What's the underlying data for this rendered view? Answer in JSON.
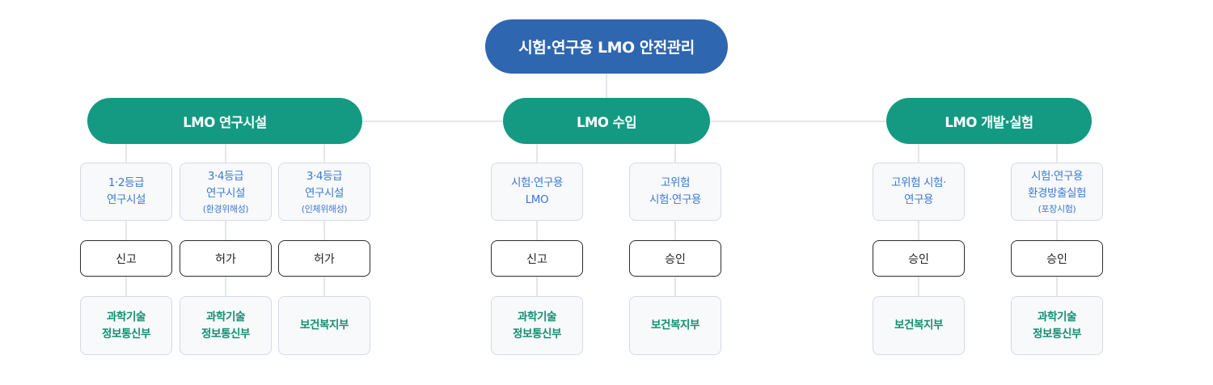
{
  "root": {
    "label": "시험·연구용 LMO 안전관리"
  },
  "colors": {
    "root": "#2f66b0",
    "branch": "#149a82",
    "type_text": "#3a7ad0",
    "agency_text": "#128f73",
    "connector": "#c8cdd3"
  },
  "branches": [
    {
      "label": "LMO 연구시설",
      "items": [
        {
          "type_lines": [
            "1·2등급",
            "연구시설"
          ],
          "type_sub": "",
          "procedure": "신고",
          "agency_lines": [
            "과학기술",
            "정보통신부"
          ]
        },
        {
          "type_lines": [
            "3·4등급",
            "연구시설"
          ],
          "type_sub": "(환경위해성)",
          "procedure": "허가",
          "agency_lines": [
            "과학기술",
            "정보통신부"
          ]
        },
        {
          "type_lines": [
            "3·4등급",
            "연구시설"
          ],
          "type_sub": "(인체위해성)",
          "procedure": "허가",
          "agency_lines": [
            "보건복지부"
          ]
        }
      ]
    },
    {
      "label": "LMO 수입",
      "items": [
        {
          "type_lines": [
            "시험·연구용",
            "LMO"
          ],
          "type_sub": "",
          "procedure": "신고",
          "agency_lines": [
            "과학기술",
            "정보통신부"
          ]
        },
        {
          "type_lines": [
            "고위험",
            "시험·연구용"
          ],
          "type_sub": "",
          "procedure": "승인",
          "agency_lines": [
            "보건복지부"
          ]
        }
      ]
    },
    {
      "label": "LMO 개발·실험",
      "items": [
        {
          "type_lines": [
            "고위험 시험·",
            "연구용"
          ],
          "type_sub": "",
          "procedure": "승인",
          "agency_lines": [
            "보건복지부"
          ]
        },
        {
          "type_lines": [
            "시험·연구용",
            "환경방출실험"
          ],
          "type_sub": "(포장시험)",
          "procedure": "승인",
          "agency_lines": [
            "과학기술",
            "정보통신부"
          ]
        }
      ]
    }
  ]
}
